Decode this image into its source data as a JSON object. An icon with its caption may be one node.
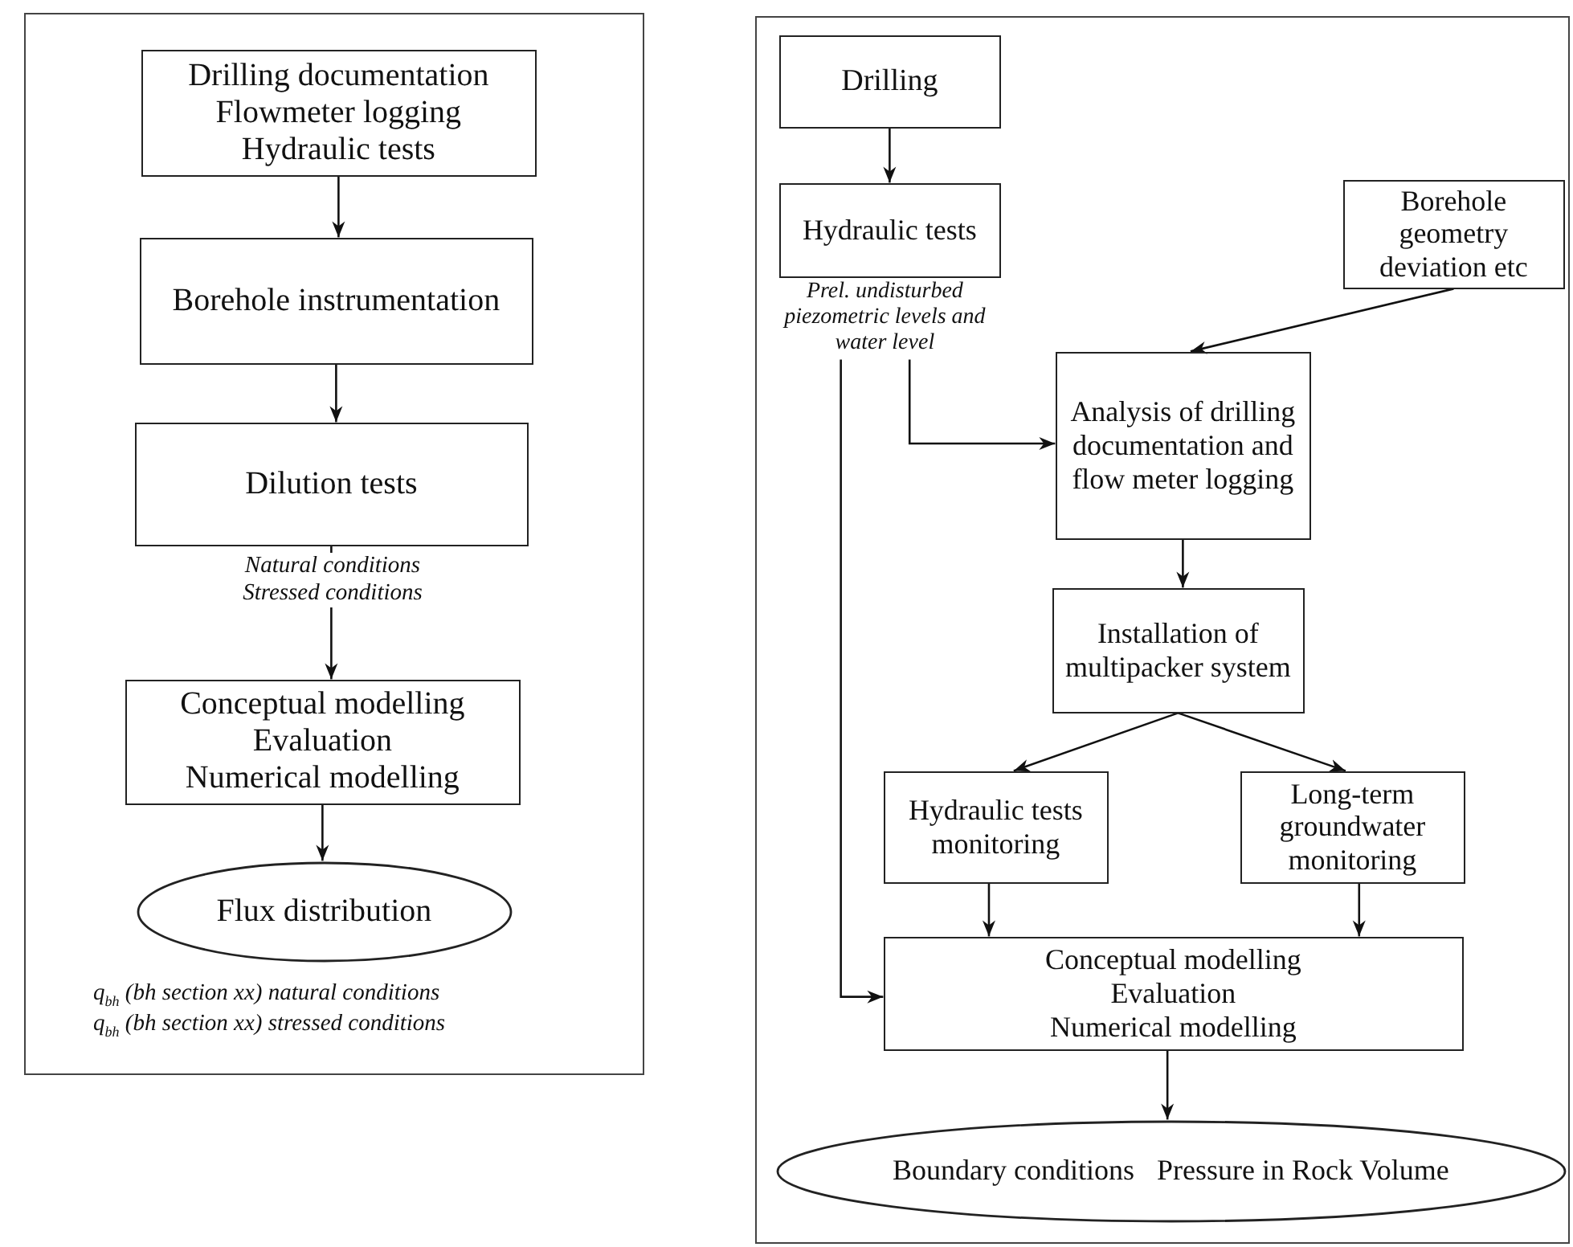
{
  "diagram": {
    "nodes": [
      {
        "text": [],
        "shape": "box"
      },
      {
        "text": [
          "Drilling documentation",
          "Flowmeter logging",
          "Hydraulic tests"
        ],
        "in": 0
      },
      {
        "text": [
          "Borehole instrumentation"
        ],
        "in": 0
      },
      {
        "text": [
          "Dilution tests"
        ],
        "in": 0
      },
      {
        "text": [
          "Conceptual modelling",
          "Evaluation",
          "Numerical modelling"
        ],
        "in": 0
      },
      {
        "text": [
          "Flux distribution"
        ],
        "in": 0
      },
      {
        "text": [],
        "shape": "box"
      },
      {
        "text": [
          "Drilling"
        ],
        "in": 6
      },
      {
        "text": [
          "Hydraulic tests"
        ],
        "in": 6,
        "beside": [
          "Prel. undisturbed piezometric levels and water level"
        ]
      },
      {
        "text": [
          "Borehole geometry deviation etc"
        ],
        "in": 6
      },
      {
        "text": [
          "Analysis of drilling documentation and flow meter logging"
        ],
        "in": 6
      },
      {
        "text": [
          "Installation of multipacker system"
        ],
        "in": 6
      },
      {
        "text": [
          "Hydraulic tests monitoring"
        ],
        "in": 6
      },
      {
        "text": [
          "Long-term groundwater monitoring"
        ],
        "in": 6
      },
      {
        "text": [
          "Conceptual modelling",
          "Evaluation",
          "Numerical modelling"
        ],
        "in": 6
      },
      {
        "text": [
          "Boundary conditions",
          "Pressure in Rock Volume"
        ],
        "in": 6
      }
    ],
    "edges": [
      {
        "from": 1,
        "to": 2,
        "arrow": "to"
      },
      {
        "from": 2,
        "to": 3,
        "arrow": "to"
      },
      {
        "from": 3,
        "to": 4,
        "arrow": "to",
        "label": "Natural conditions Stressed conditions"
      },
      {
        "from": 4,
        "to": 5,
        "arrow": "to"
      },
      {
        "from": 7,
        "to": 8,
        "arrow": "to"
      },
      {
        "from": 8,
        "to": 10,
        "arrow": "to"
      },
      {
        "from": 8,
        "to": 14,
        "arrow": "to"
      },
      {
        "from": 9,
        "to": 10,
        "arrow": "to"
      },
      {
        "from": 10,
        "to": 11,
        "arrow": "to"
      },
      {
        "from": 11,
        "to": 12,
        "arrow": "to"
      },
      {
        "from": 11,
        "to": 13,
        "arrow": "to"
      },
      {
        "from": 12,
        "to": 14,
        "arrow": "to"
      },
      {
        "from": 13,
        "to": 14,
        "arrow": "to"
      },
      {
        "from": 14,
        "to": 15,
        "arrow": "to"
      }
    ],
    "labels": [
      "q$_{bh}$ (bh section xx) natural conditions",
      "q$_{bh}$ (bh section xx) stressed conditions"
    ]
  }
}
